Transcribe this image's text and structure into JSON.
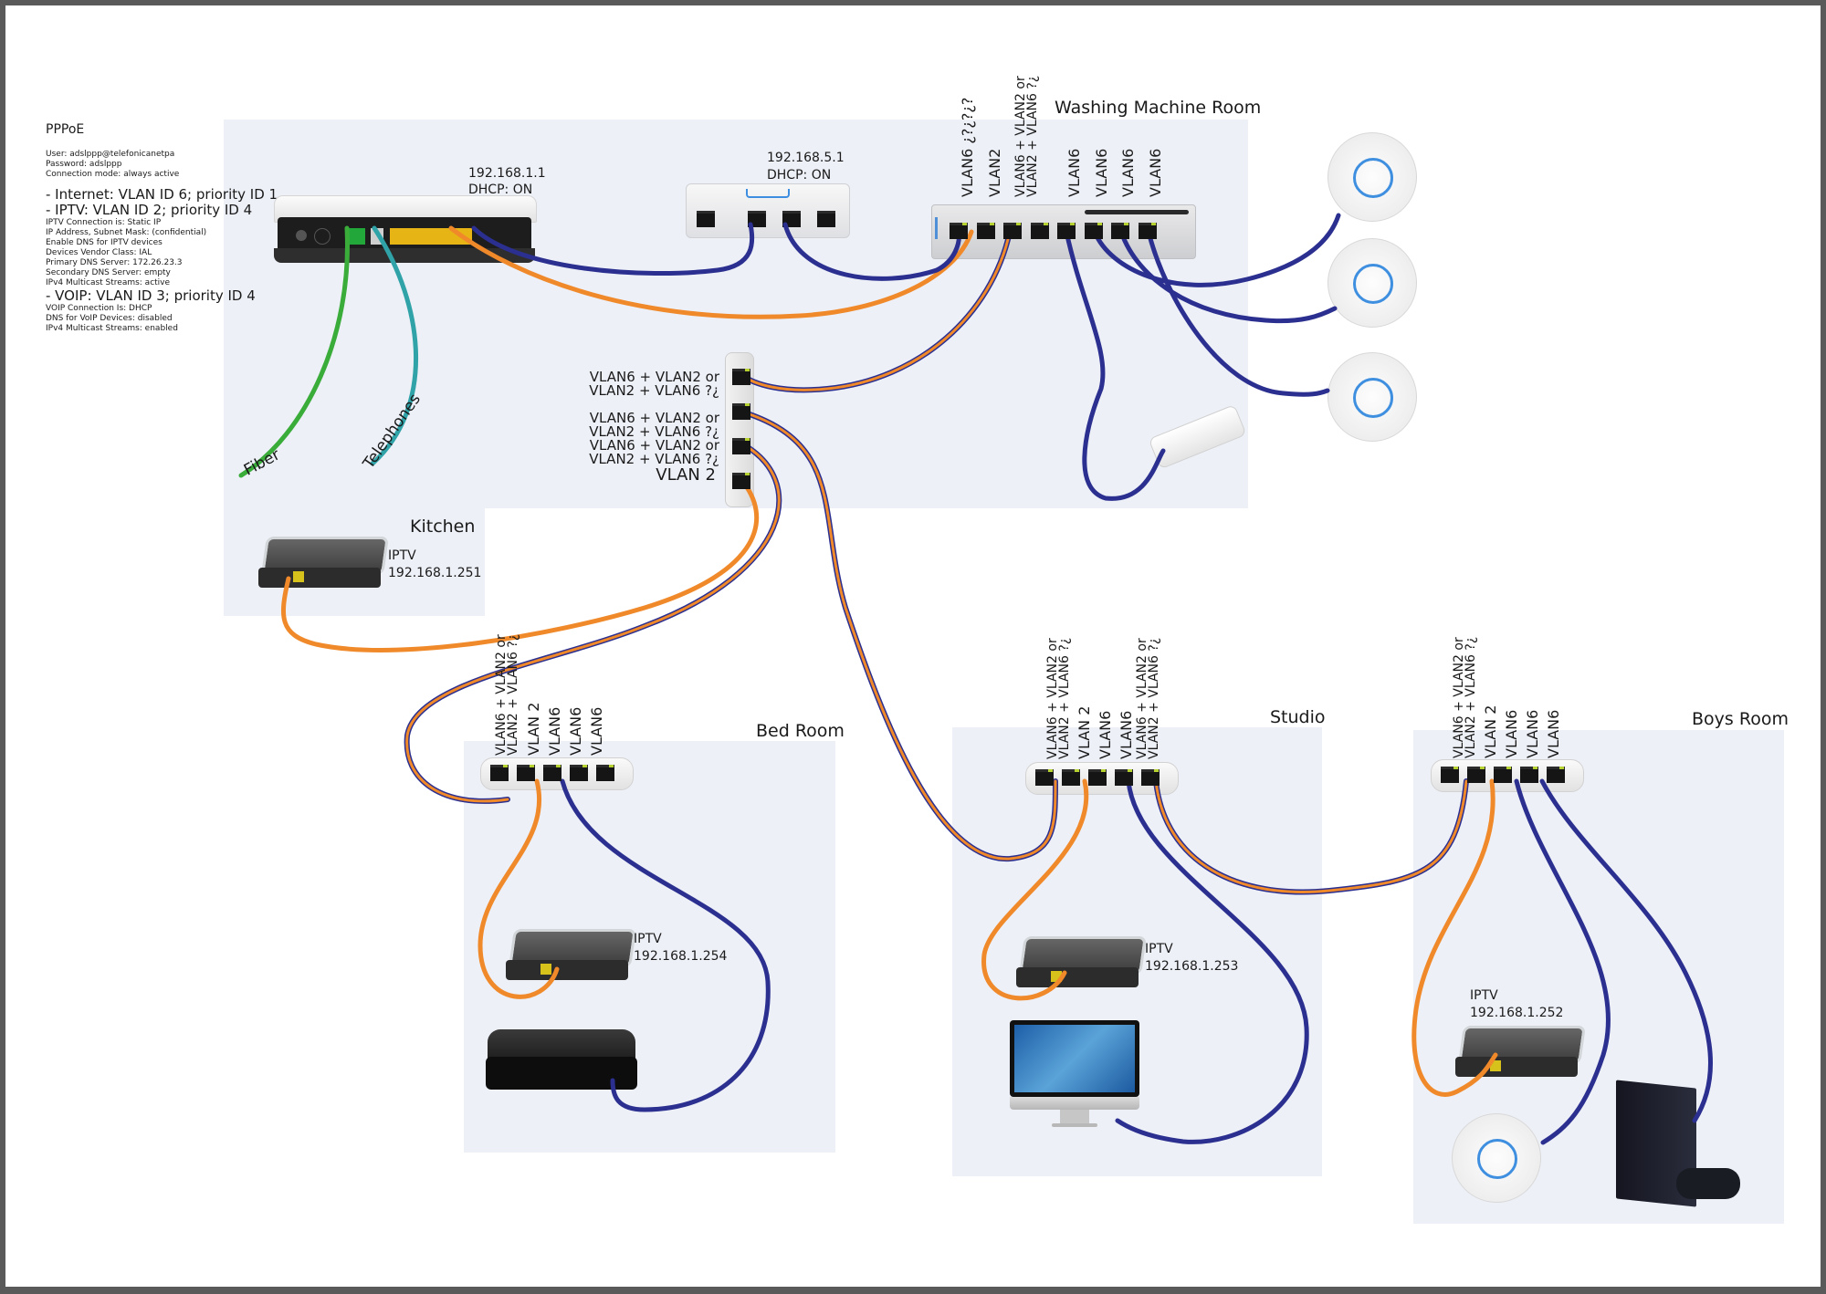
{
  "isp_notes": {
    "title": "PPPoE",
    "credentials": [
      "User: adslppp@telefonicanetpa",
      "Password: adslppp",
      "Connection mode: always active"
    ],
    "internet": "- Internet: VLAN ID 6; priority ID 1",
    "iptv": "- IPTV: VLAN ID 2; priority ID 4",
    "iptv_details": [
      "IPTV Connection is: Static IP",
      "IP Address, Subnet Mask: (confidential)",
      "Enable DNS for IPTV devices",
      "Devices Vendor Class: IAL",
      "Primary DNS Server: 172.26.23.3",
      "Secondary DNS Server: empty",
      "IPv4 Multicast Streams: active"
    ],
    "voip": "- VOIP: VLAN ID 3; priority ID 4",
    "voip_details": [
      "VOIP Connection Is: DHCP",
      "DNS for VoIP Devices: disabled",
      "IPv4 Multicast Streams: enabled"
    ]
  },
  "rooms": {
    "washing": "Washing Machine Room",
    "kitchen": "Kitchen",
    "bedroom": "Bed Room",
    "studio": "Studio",
    "boys": "Boys Room"
  },
  "router": {
    "ip": "192.168.1.1",
    "dhcp": "DHCP: ON"
  },
  "gateway": {
    "ip": "192.168.5.1",
    "dhcp": "DHCP: ON"
  },
  "cables": {
    "fiber": "Fiber",
    "telephones": "Telephones"
  },
  "main_switch_ports": [
    "VLAN6 ¿?¿?¿?",
    "VLAN2",
    "VLAN6 + VLAN2 or\nVLAN2 + VLAN6 ?¿",
    "",
    "VLAN6",
    "VLAN6",
    "VLAN6",
    "VLAN6"
  ],
  "flex_switch_ports": [
    "VLAN6 + VLAN2 or\nVLAN2 + VLAN6 ?¿",
    "VLAN6 + VLAN2 or\nVLAN2 + VLAN6 ?¿",
    "VLAN6 + VLAN2 or\nVLAN2 + VLAN6 ?¿",
    "VLAN 2"
  ],
  "bedroom_switch_ports": [
    "VLAN6 + VLAN2 or\nVLAN2 + VLAN6 ?¿",
    "VLAN 2",
    "VLAN6",
    "VLAN6",
    "VLAN6"
  ],
  "studio_switch_ports": [
    "VLAN6 + VLAN2 or\nVLAN2 + VLAN6 ?¿",
    "VLAN 2",
    "VLAN6",
    "VLAN6",
    "VLAN6 + VLAN2 or\nVLAN2 + VLAN6 ?¿"
  ],
  "boys_switch_ports": [
    "VLAN6 + VLAN2 or\nVLAN2 + VLAN6 ?¿",
    "VLAN 2",
    "VLAN6",
    "VLAN6",
    "VLAN6"
  ],
  "iptv_boxes": {
    "kitchen": {
      "name": "IPTV",
      "ip": "192.168.1.251"
    },
    "bedroom": {
      "name": "IPTV",
      "ip": "192.168.1.254"
    },
    "studio": {
      "name": "IPTV",
      "ip": "192.168.1.253"
    },
    "boys": {
      "name": "IPTV",
      "ip": "192.168.1.252"
    }
  },
  "colors": {
    "vlan6_cable": "#2b2f8f",
    "vlan2_cable": "#f0892a",
    "fiber_cable": "#3aac3a",
    "phone_cable": "#2fa3a8",
    "room_bg": "#edf0f7"
  }
}
